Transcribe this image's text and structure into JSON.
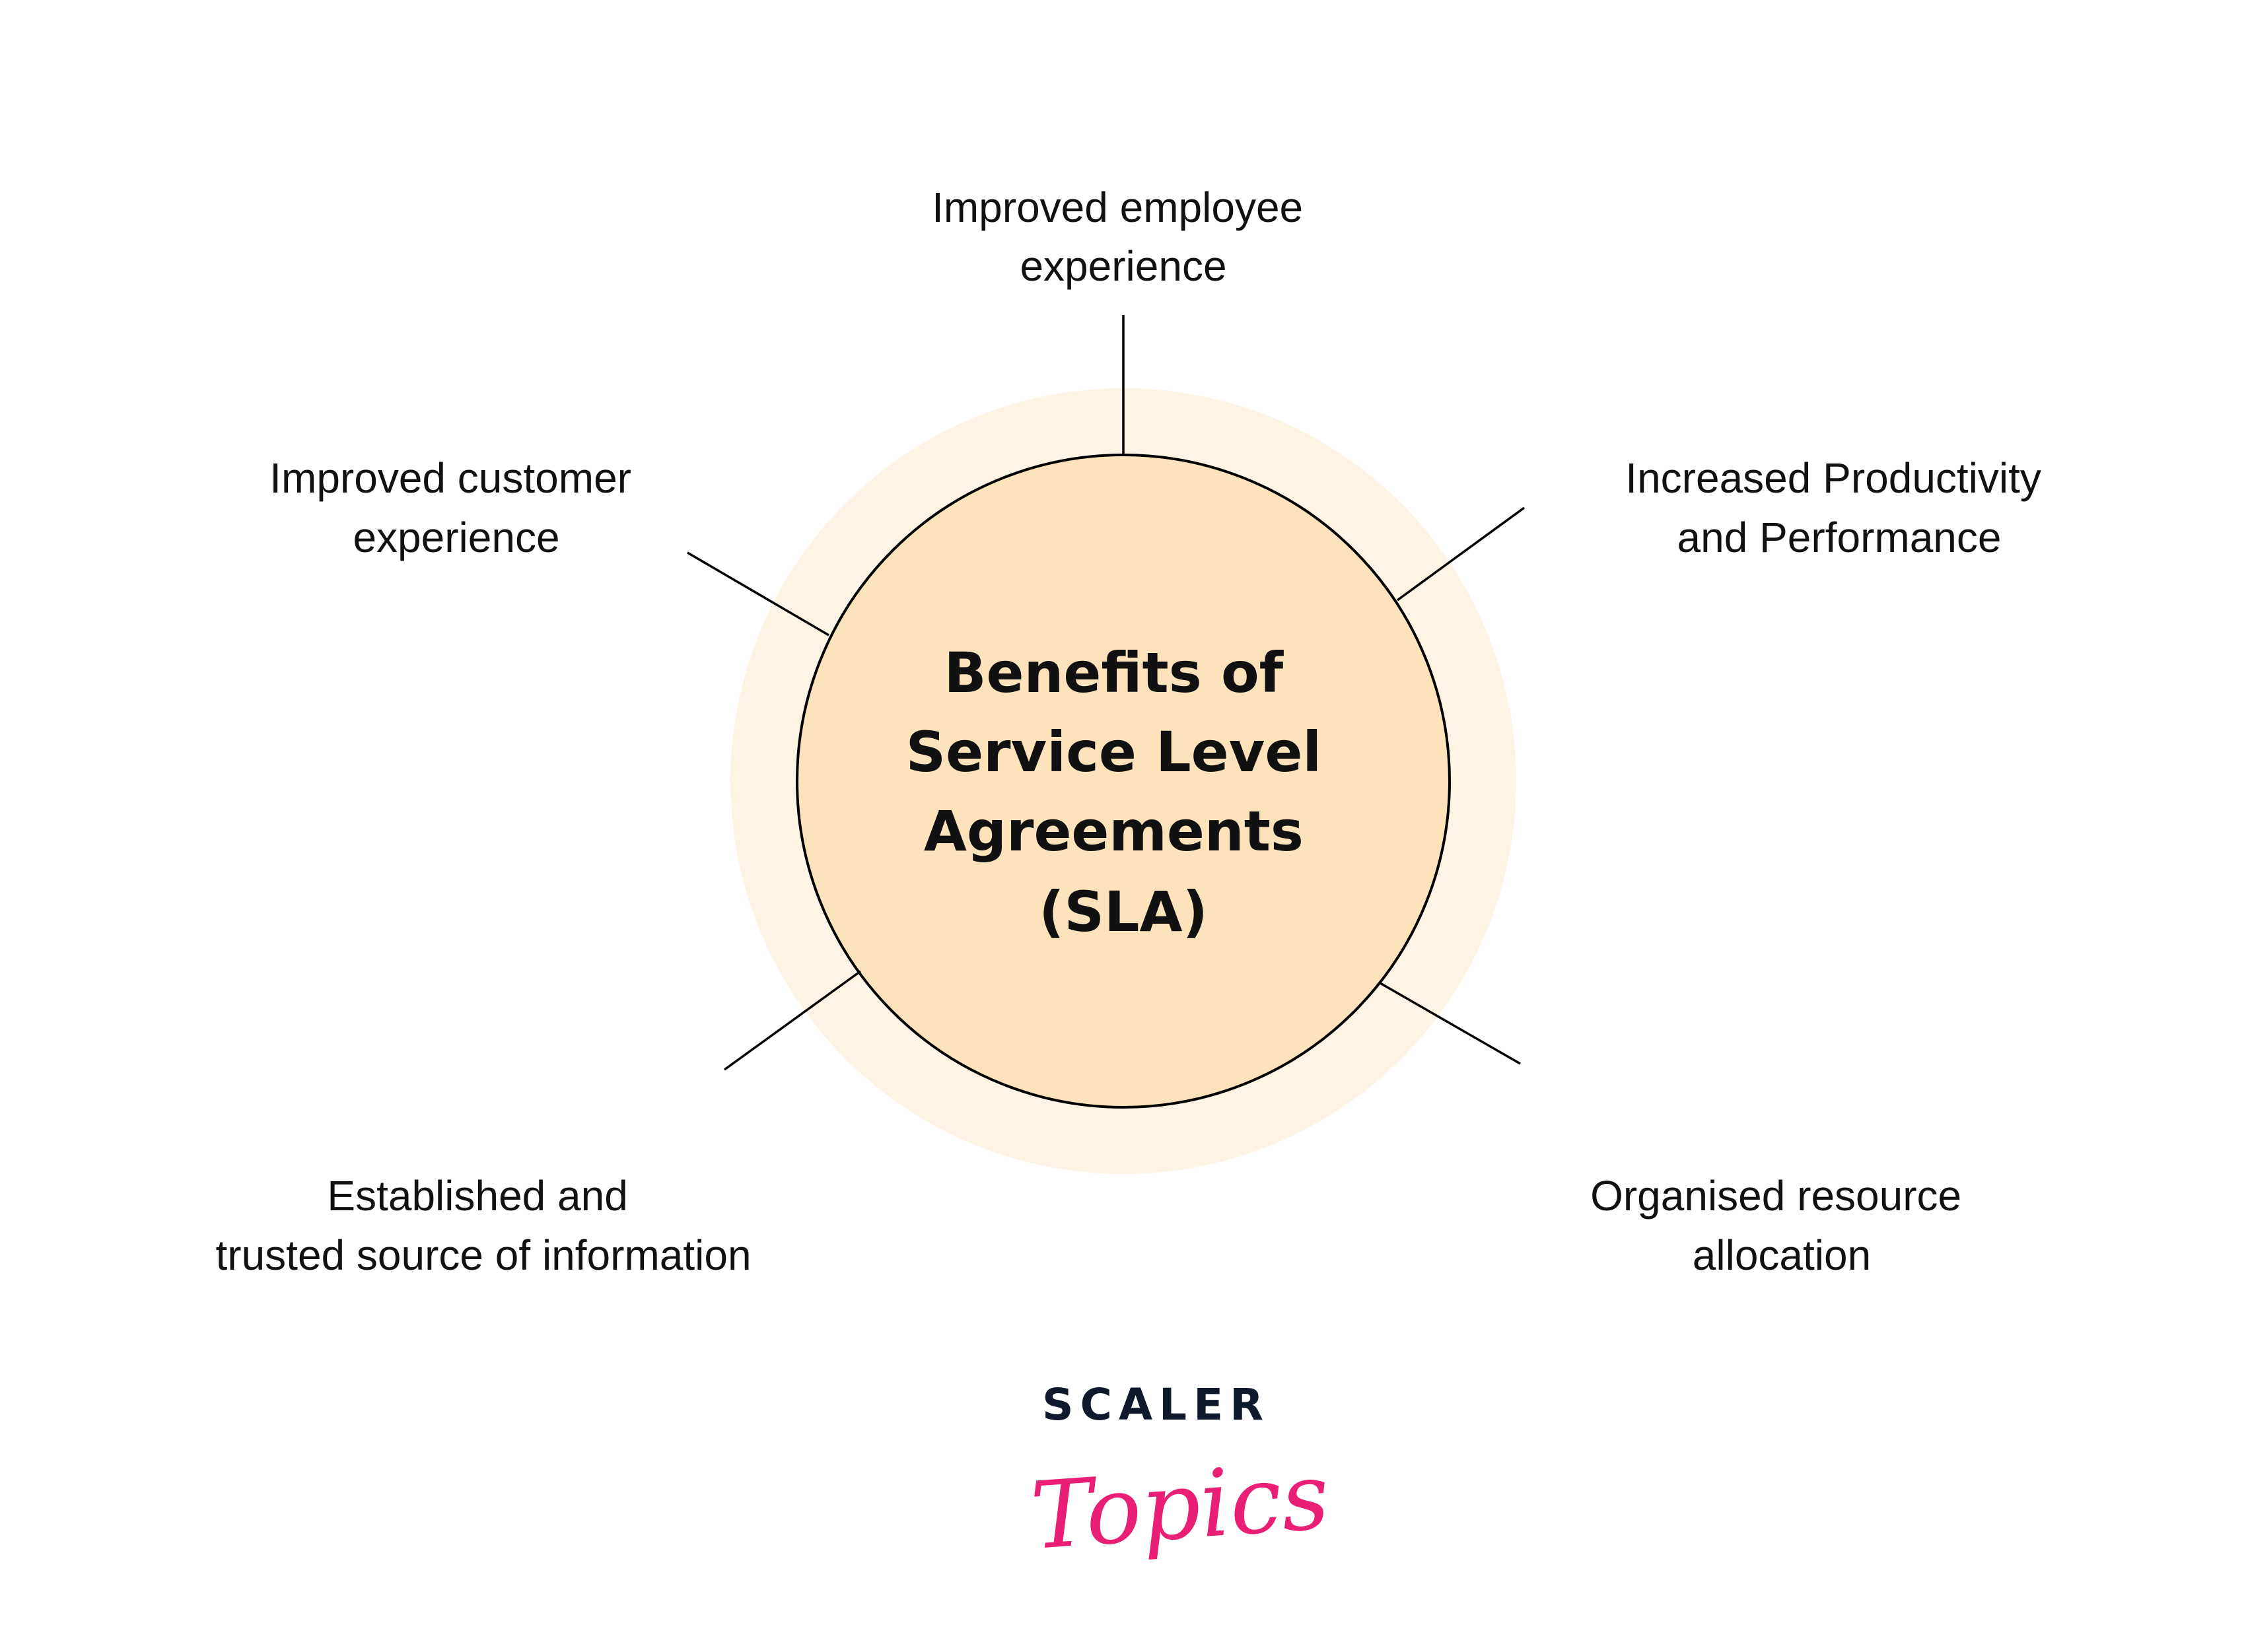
{
  "title": {
    "lines": [
      "Benefits of",
      "Service Level",
      "Agreements",
      "(SLA)"
    ]
  },
  "benefits": [
    {
      "lines": [
        "Improved employee",
        "experience"
      ]
    },
    {
      "lines": [
        "Increased Productivity",
        "and Performance"
      ]
    },
    {
      "lines": [
        "Organised resource",
        "allocation"
      ]
    },
    {
      "lines": [
        "Established and",
        "trusted source of information"
      ]
    },
    {
      "lines": [
        "Improved customer",
        "experience"
      ]
    }
  ],
  "logo": {
    "top": "SCALER",
    "bottom": "Topics"
  },
  "colors": {
    "inner_fill": "#fde3bb",
    "outer_halo": "#fef4e6",
    "stroke": "#000000",
    "logo_dark": "#0e1a2b",
    "logo_pink": "#e91e75"
  }
}
